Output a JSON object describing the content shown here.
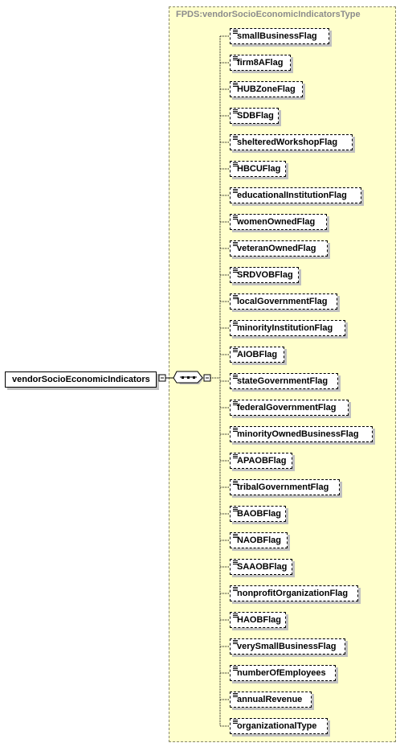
{
  "type_name": "FPDS:vendorSocioEconomicIndicatorsType",
  "root_element": "vendorSocioEconomicIndicators",
  "elements": [
    {
      "name": "smallBusinessFlag",
      "width": 124
    },
    {
      "name": "firm8AFlag",
      "width": 76
    },
    {
      "name": "HUBZoneFlag",
      "width": 91
    },
    {
      "name": "SDBFlag",
      "width": 61
    },
    {
      "name": "shelteredWorkshopFlag",
      "width": 153
    },
    {
      "name": "HBCUFlag",
      "width": 70
    },
    {
      "name": "educationalInstitutionFlag",
      "width": 164
    },
    {
      "name": "womenOwnedFlag",
      "width": 121
    },
    {
      "name": "veteranOwnedFlag",
      "width": 122
    },
    {
      "name": "SRDVOBFlag",
      "width": 86
    },
    {
      "name": "localGovernmentFlag",
      "width": 134
    },
    {
      "name": "minorityInstitutionFlag",
      "width": 144
    },
    {
      "name": "AIOBFlag",
      "width": 68
    },
    {
      "name": "stateGovernmentFlag",
      "width": 135
    },
    {
      "name": "federalGovernmentFlag",
      "width": 148
    },
    {
      "name": "minorityOwnedBusinessFlag",
      "width": 178
    },
    {
      "name": "APAOBFlag",
      "width": 78
    },
    {
      "name": "tribalGovernmentFlag",
      "width": 137
    },
    {
      "name": "BAOBFlag",
      "width": 70
    },
    {
      "name": "NAOBFlag",
      "width": 72
    },
    {
      "name": "SAAOBFlag",
      "width": 78
    },
    {
      "name": "nonprofitOrganizationFlag",
      "width": 160
    },
    {
      "name": "HAOBFlag",
      "width": 70
    },
    {
      "name": "verySmallBusinessFlag",
      "width": 144
    },
    {
      "name": "numberOfEmployees",
      "width": 132
    },
    {
      "name": "annualRevenue",
      "width": 102
    },
    {
      "name": "organizationalType",
      "width": 122
    }
  ]
}
